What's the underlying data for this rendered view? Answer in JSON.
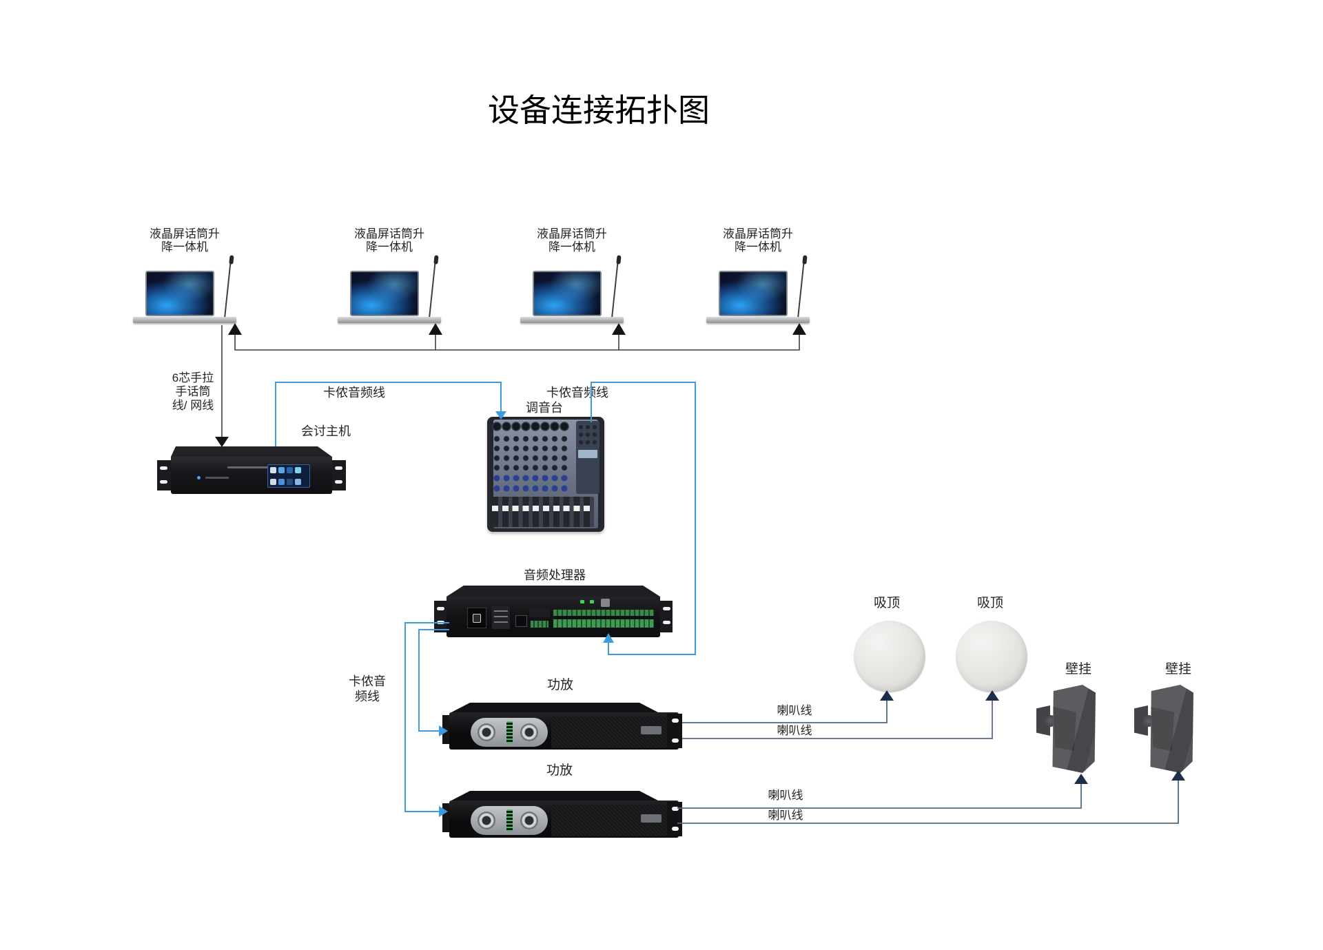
{
  "title": "设备连接拓扑图",
  "colors": {
    "cable_blue": "#3d9ae0",
    "cable_dark": "#3f3f3f",
    "arrow_dark": "#141414",
    "cable_navy": "#4e6988",
    "arrow_navy": "#1b2f4b"
  },
  "devices": {
    "mic_unit": {
      "label_line1": "液晶屏话筒升",
      "label_line2": "降一体机"
    },
    "host": {
      "label": "会讨主机"
    },
    "mixer": {
      "label": "调音台"
    },
    "processor": {
      "label": "音频处理器"
    },
    "amplifiers": [
      {
        "label": "功放"
      },
      {
        "label": "功放"
      }
    ],
    "ceiling_speakers": [
      {
        "label": "吸顶"
      },
      {
        "label": "吸顶"
      }
    ],
    "wall_speakers": [
      {
        "label": "壁挂"
      },
      {
        "label": "壁挂"
      }
    ]
  },
  "cables": {
    "handheld_mic_line": {
      "line1": "6芯手拉",
      "line2": "手话筒",
      "line3": "线/ 网线"
    },
    "xlr_to_mixer": {
      "label": "卡侬音频线"
    },
    "xlr_to_processor": {
      "label": "卡侬音频线"
    },
    "xlr_to_amps": {
      "line1": "卡侬音",
      "line2": "频线"
    },
    "speaker_lines": [
      {
        "label": "喇叭线"
      },
      {
        "label": "喇叭线"
      },
      {
        "label": "喇叭线"
      },
      {
        "label": "喇叭线"
      }
    ]
  }
}
